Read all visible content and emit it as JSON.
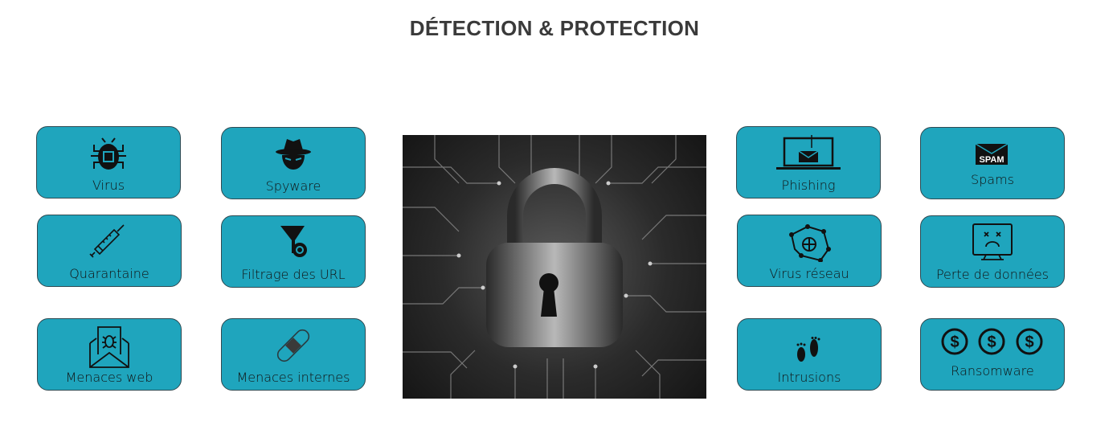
{
  "title": "DÉTECTION & PROTECTION",
  "accent_color": "#1fa5bd",
  "cards": [
    {
      "label": "Virus",
      "icon": "bug-chip-icon"
    },
    {
      "label": "Spyware",
      "icon": "spy-icon"
    },
    {
      "label": "Quarantaine",
      "icon": "syringe-icon"
    },
    {
      "label": "Filtrage des URL",
      "icon": "funnel-gear-icon"
    },
    {
      "label": "Menaces web",
      "icon": "envelope-bug-icon"
    },
    {
      "label": "Menaces internes",
      "icon": "bandage-icon"
    },
    {
      "label": "Phishing",
      "icon": "laptop-hook-icon"
    },
    {
      "label": "Spams",
      "icon": "spam-envelope-icon",
      "icon_text": "SPAM"
    },
    {
      "label": "Virus réseau",
      "icon": "network-globe-icon"
    },
    {
      "label": "Perte de données",
      "icon": "sad-monitor-icon"
    },
    {
      "label": "Intrusions",
      "icon": "footprints-icon"
    },
    {
      "label": "Ransomware",
      "icon": "dollar-coins-icon"
    }
  ],
  "center_image": "padlock-circuit-icon"
}
